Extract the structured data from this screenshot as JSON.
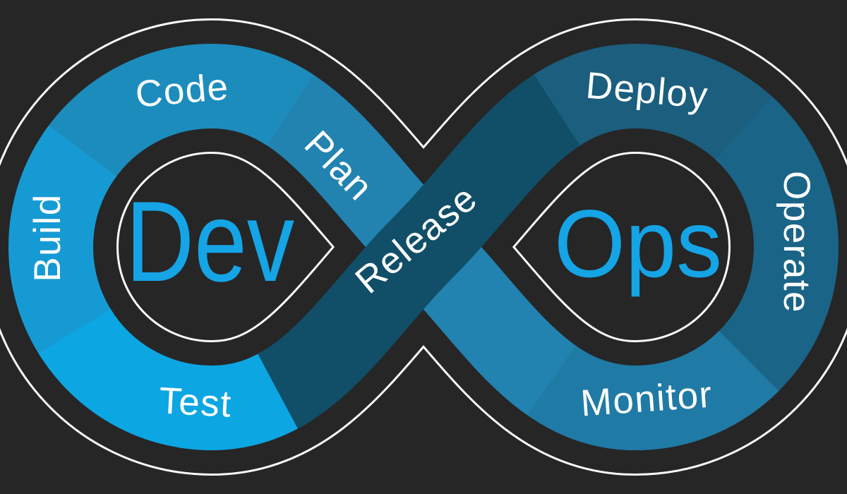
{
  "infinity": {
    "dev_label": "Dev",
    "ops_label": "Ops",
    "stages": {
      "plan": "Plan",
      "code": "Code",
      "build": "Build",
      "test": "Test",
      "release": "Release",
      "deploy": "Deploy",
      "operate": "Operate",
      "monitor": "Monitor"
    }
  },
  "colors": {
    "background": "#262626",
    "outline": "#fafafa",
    "stage_label_text": "#ffffff",
    "dev_ops_text": "#15a4e6",
    "plan": "#2283b1",
    "code": "#1c8cbd",
    "build": "#169ad4",
    "test": "#0ca6e2",
    "release": "#114e68",
    "deploy": "#1b5e7e",
    "operate": "#1a6488",
    "monitor": "#207aa6"
  }
}
